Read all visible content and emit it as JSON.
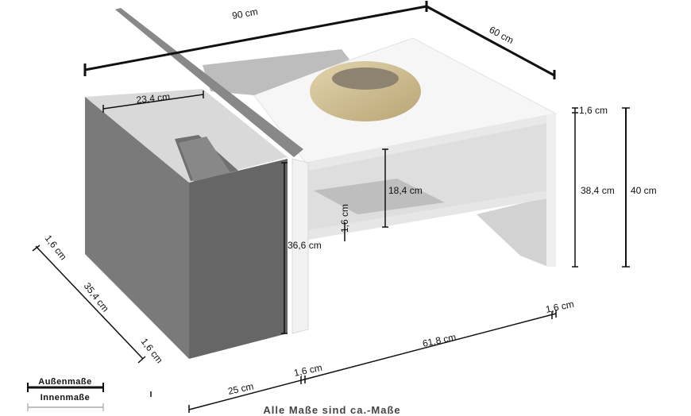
{
  "dimensions": {
    "width": "90 cm",
    "depth": "60 cm",
    "compartment_inner_width": "23,4 cm",
    "shelf_clearance": "18,4 cm",
    "shelf_thickness": "1,6 cm",
    "compartment_height": "36,6 cm",
    "top_thickness": "1,6 cm",
    "inner_height": "38,4 cm",
    "total_height": "40 cm",
    "side_back_thickness": "1,6 cm",
    "compartment_depth": "35,4 cm",
    "side_front_thickness": "1,6 cm",
    "compartment_width": "25 cm",
    "divider_thickness": "1,6 cm",
    "open_section_width": "61,8 cm",
    "right_leg_thickness": "1,6 cm"
  },
  "legend": {
    "outer_label": "Außenmaße",
    "inner_label": "Innenmaße"
  },
  "caption": "Alle Maße sind ca.-Maße",
  "colors": {
    "dark_panel": "#6b6b6b",
    "white_panel": "#f4f4f4",
    "bowl": "#cdbb8f"
  }
}
